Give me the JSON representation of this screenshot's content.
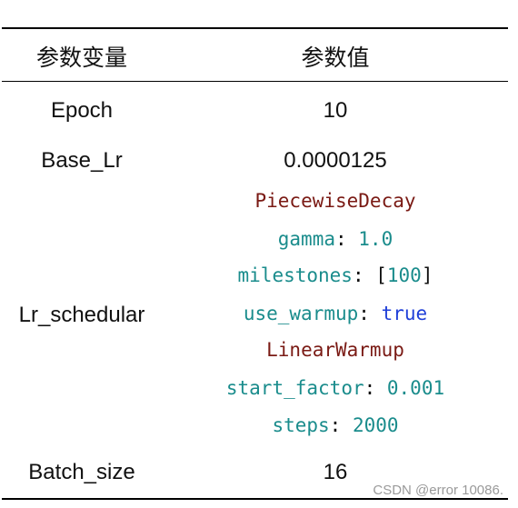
{
  "header": {
    "col1": "参数变量",
    "col2": "参数值"
  },
  "rows": {
    "epoch": {
      "name": "Epoch",
      "value": "10"
    },
    "base_lr": {
      "name": "Base_Lr",
      "value": "0.0000125"
    },
    "lr_schedular": {
      "name": "Lr_schedular",
      "piecewise": "PiecewiseDecay",
      "gamma_key": "gamma",
      "gamma_val": "1.0",
      "milestones_key": "milestones",
      "milestones_val": "100",
      "warmup_key": "use_warmup",
      "warmup_val": "true",
      "linear": "LinearWarmup",
      "start_key": "start_factor",
      "start_val": "0.001",
      "steps_key": "steps",
      "steps_val": "2000"
    },
    "batch_size": {
      "name": "Batch_size",
      "value": "16"
    }
  },
  "watermark": "CSDN @error 10086.",
  "colors": {
    "class": "#7a1a14",
    "key": "#1a8c8c",
    "bool": "#1f3fd8"
  }
}
